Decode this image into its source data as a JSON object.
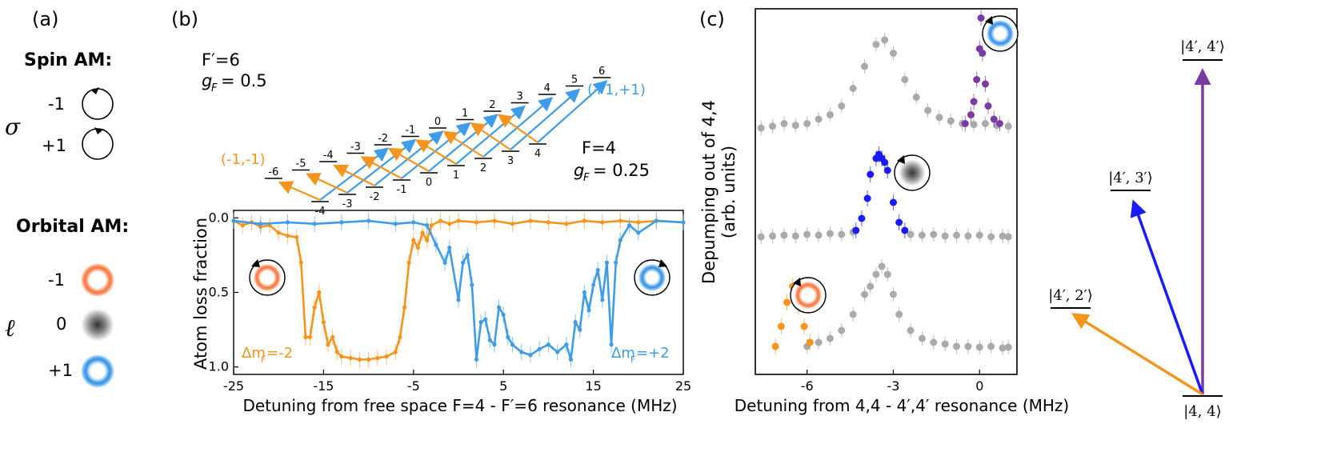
{
  "panel_a": {
    "label": "(a)",
    "spin_title": "Spin AM:",
    "sigma_symbol": "σ",
    "spin_rows": [
      {
        "value": "-1",
        "dir": "ccw"
      },
      {
        "value": "+1",
        "dir": "cw"
      }
    ],
    "orbital_title": "Orbital AM:",
    "ell_symbol": "ℓ",
    "orbital_rows": [
      {
        "value": "-1",
        "style": "orange-ring"
      },
      {
        "value": "0",
        "style": "gray-blob"
      },
      {
        "value": "+1",
        "style": "blue-ring"
      }
    ]
  },
  "panel_b": {
    "label": "(b)",
    "upper_name": "F′=6",
    "upper_g": "= 0.5",
    "lower_name": "F=4",
    "lower_g": "= 0.25",
    "g_symbol": "g",
    "g_sub": "F",
    "upper_levels": [
      "-6",
      "-5",
      "-4",
      "-3",
      "-2",
      "-1",
      "0",
      "1",
      "2",
      "3",
      "4",
      "5",
      "6"
    ],
    "lower_levels": [
      "-4",
      "-3",
      "-2",
      "-1",
      "0",
      "1",
      "2",
      "3",
      "4"
    ],
    "pos_label": "(+1,+1)",
    "neg_label": "(-1,-1)",
    "colors": {
      "orange": "#f7941d",
      "blue": "#3f9ce8"
    }
  },
  "chart_data": [
    {
      "type": "line",
      "panel": "b",
      "xlabel": "Detuning from free space F=4 - F′=6 resonance (MHz)",
      "ylabel": "Atom loss fraction",
      "xlim": [
        -25,
        25
      ],
      "ylim": [
        1.05,
        -0.05
      ],
      "xticks": [
        -25,
        -15,
        -5,
        5,
        15,
        25
      ],
      "yticks": [
        0.0,
        0.5,
        1.0
      ],
      "ytick_labels": [
        "0.0",
        "0.5",
        "1.0"
      ],
      "annotations": [
        {
          "text": "Δm",
          "sub": "F",
          "tail": "=-2",
          "color": "#f7941d"
        },
        {
          "text": "Δm",
          "sub": "F",
          "tail": "=+2",
          "color": "#3f9ce8"
        }
      ],
      "series": [
        {
          "color": "#f7941d",
          "x": [
            -25,
            -24,
            -23,
            -22,
            -21,
            -20,
            -19,
            -18,
            -17.5,
            -17,
            -16.5,
            -16,
            -15.5,
            -15,
            -14.5,
            -14,
            -13.5,
            -13,
            -12,
            -11,
            -10,
            -9,
            -8,
            -7,
            -6.5,
            -6,
            -5.5,
            -5,
            -4.5,
            -4,
            -3.5,
            -3,
            -2,
            -1,
            0,
            2,
            4,
            6,
            8,
            10,
            12,
            14,
            16,
            18,
            20,
            22,
            25
          ],
          "y": [
            0.02,
            0.05,
            0.03,
            0.06,
            0.05,
            0.1,
            0.12,
            0.13,
            0.3,
            0.8,
            0.8,
            0.6,
            0.5,
            0.7,
            0.85,
            0.8,
            0.9,
            0.93,
            0.94,
            0.95,
            0.95,
            0.94,
            0.93,
            0.9,
            0.8,
            0.6,
            0.3,
            0.15,
            0.2,
            0.1,
            0.15,
            0.05,
            0.02,
            0.04,
            0.02,
            0.03,
            0.02,
            0.04,
            0.02,
            0.03,
            0.04,
            0.02,
            0.03,
            0.02,
            0.03,
            0.02,
            0.03
          ]
        },
        {
          "color": "#3f9ce8",
          "x": [
            -25,
            -22,
            -19,
            -16,
            -13,
            -10,
            -7,
            -5,
            -3.5,
            -2.5,
            -1.5,
            -1,
            0,
            0.5,
            1,
            1.5,
            2,
            2.5,
            3,
            3.5,
            4,
            4.5,
            5,
            5.5,
            6,
            7,
            8,
            9,
            10,
            11,
            12,
            12.5,
            13,
            13.5,
            14,
            14.5,
            15,
            15.5,
            16,
            16.5,
            17,
            17.5,
            18,
            19,
            20,
            22,
            25
          ],
          "y": [
            0.02,
            0.04,
            0.03,
            0.04,
            0.03,
            0.02,
            0.04,
            0.03,
            0.05,
            0.18,
            0.3,
            0.2,
            0.55,
            0.3,
            0.25,
            0.45,
            0.95,
            0.7,
            0.68,
            0.82,
            0.85,
            0.6,
            0.65,
            0.8,
            0.85,
            0.9,
            0.92,
            0.88,
            0.85,
            0.9,
            0.85,
            0.95,
            0.7,
            0.75,
            0.5,
            0.62,
            0.45,
            0.35,
            0.55,
            0.3,
            0.85,
            0.3,
            0.15,
            0.05,
            0.1,
            0.02,
            0.03
          ]
        }
      ]
    },
    {
      "type": "scatter",
      "panel": "c",
      "xlabel": "Detuning from 4,4 - 4′,4′ resonance (MHz)",
      "ylabel_line1": "Depumping out of 4,4",
      "ylabel_line2": "(arb. units)",
      "xlim": [
        -7.8,
        1.3
      ],
      "xticks": [
        -6,
        -3,
        0
      ],
      "rows": [
        {
          "baseline_gray_x": [
            -7.6,
            -7.2,
            -6.8,
            -6.4,
            -6.0,
            -5.6,
            -5.2,
            -4.8,
            -4.4,
            -4.0,
            -3.6,
            -3.3,
            -3.0,
            -2.6,
            -2.2,
            -1.8,
            -1.4,
            -1.0,
            -0.6,
            -0.2,
            0.2,
            0.6,
            1.0
          ],
          "baseline_gray_y": [
            0.0,
            0.02,
            0.05,
            0.03,
            0.05,
            0.1,
            0.15,
            0.25,
            0.45,
            0.7,
            0.95,
            1.0,
            0.85,
            0.55,
            0.35,
            0.2,
            0.12,
            0.08,
            0.05,
            0.04,
            0.05,
            0.03,
            0.02
          ],
          "highlight_color": "#7b3aa3",
          "highlight_x": [
            -0.5,
            -0.3,
            -0.2,
            -0.1,
            0.0,
            0.05,
            0.1,
            0.2,
            0.3,
            0.5,
            0.7
          ],
          "highlight_y": [
            0.05,
            0.15,
            0.3,
            0.55,
            0.9,
            1.25,
            0.85,
            0.5,
            0.25,
            0.1,
            0.05
          ]
        },
        {
          "baseline_gray_x": [
            -7.6,
            -7.2,
            -6.8,
            -6.4,
            -6.0,
            -5.6,
            -5.2,
            -4.8,
            -4.4,
            -2.4,
            -2.0,
            -1.6,
            -1.2,
            -0.8,
            -0.4,
            0.0,
            0.4,
            0.8,
            1.0
          ],
          "baseline_gray_y": [
            0.02,
            0.03,
            0.04,
            0.03,
            0.05,
            0.04,
            0.06,
            0.05,
            0.08,
            0.05,
            0.04,
            0.05,
            0.03,
            0.04,
            0.03,
            0.04,
            0.02,
            0.03,
            0.02
          ],
          "highlight_color": "#1a1aff",
          "highlight_x": [
            -4.3,
            -4.1,
            -3.9,
            -3.8,
            -3.6,
            -3.5,
            -3.4,
            -3.3,
            -3.2,
            -3.0,
            -2.8,
            -2.6
          ],
          "highlight_y": [
            0.1,
            0.25,
            0.5,
            0.8,
            1.0,
            1.05,
            1.0,
            0.95,
            0.85,
            0.45,
            0.2,
            0.1
          ]
        },
        {
          "baseline_gray_x": [
            -6.0,
            -5.6,
            -5.2,
            -4.8,
            -4.4,
            -4.0,
            -3.8,
            -3.6,
            -3.4,
            -3.2,
            -3.0,
            -2.8,
            -2.4,
            -2.0,
            -1.6,
            -1.2,
            -0.8,
            -0.4,
            0.0,
            0.4,
            0.8,
            1.0
          ],
          "baseline_gray_y": [
            0.05,
            0.1,
            0.15,
            0.25,
            0.45,
            0.7,
            0.8,
            0.95,
            1.05,
            0.95,
            0.7,
            0.45,
            0.25,
            0.15,
            0.1,
            0.08,
            0.05,
            0.05,
            0.04,
            0.05,
            0.03,
            0.04
          ],
          "highlight_color": "#f7941d",
          "highlight_x": [
            -7.1,
            -6.9,
            -6.7,
            -6.5,
            -6.3,
            -6.1,
            -5.9
          ],
          "highlight_y": [
            0.05,
            0.3,
            0.6,
            0.8,
            0.55,
            0.3,
            0.1
          ]
        }
      ]
    }
  ],
  "panel_c": {
    "label": "(c)"
  },
  "level_diagram": {
    "levels": [
      {
        "label": "|4′, 4′⟩"
      },
      {
        "label": "|4′, 3′⟩"
      },
      {
        "label": "|4′, 2′⟩"
      },
      {
        "label": "|4, 4⟩"
      }
    ],
    "colors": [
      "#7b3aa3",
      "#1a1aff",
      "#f7941d"
    ]
  }
}
